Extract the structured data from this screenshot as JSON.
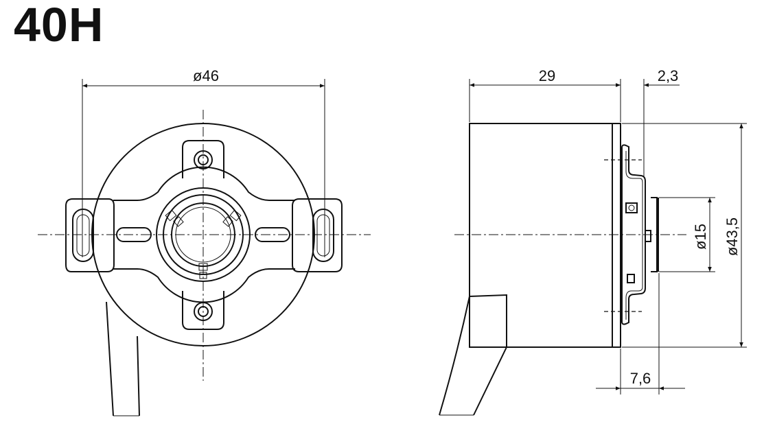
{
  "title": "40H",
  "dimensions": {
    "front_diameter": "ø46",
    "body_length": "29",
    "flange_thickness": "2,3",
    "hollow_shaft_diameter": "ø15",
    "housing_diameter": "ø43,5",
    "shaft_offset": "7,6"
  }
}
